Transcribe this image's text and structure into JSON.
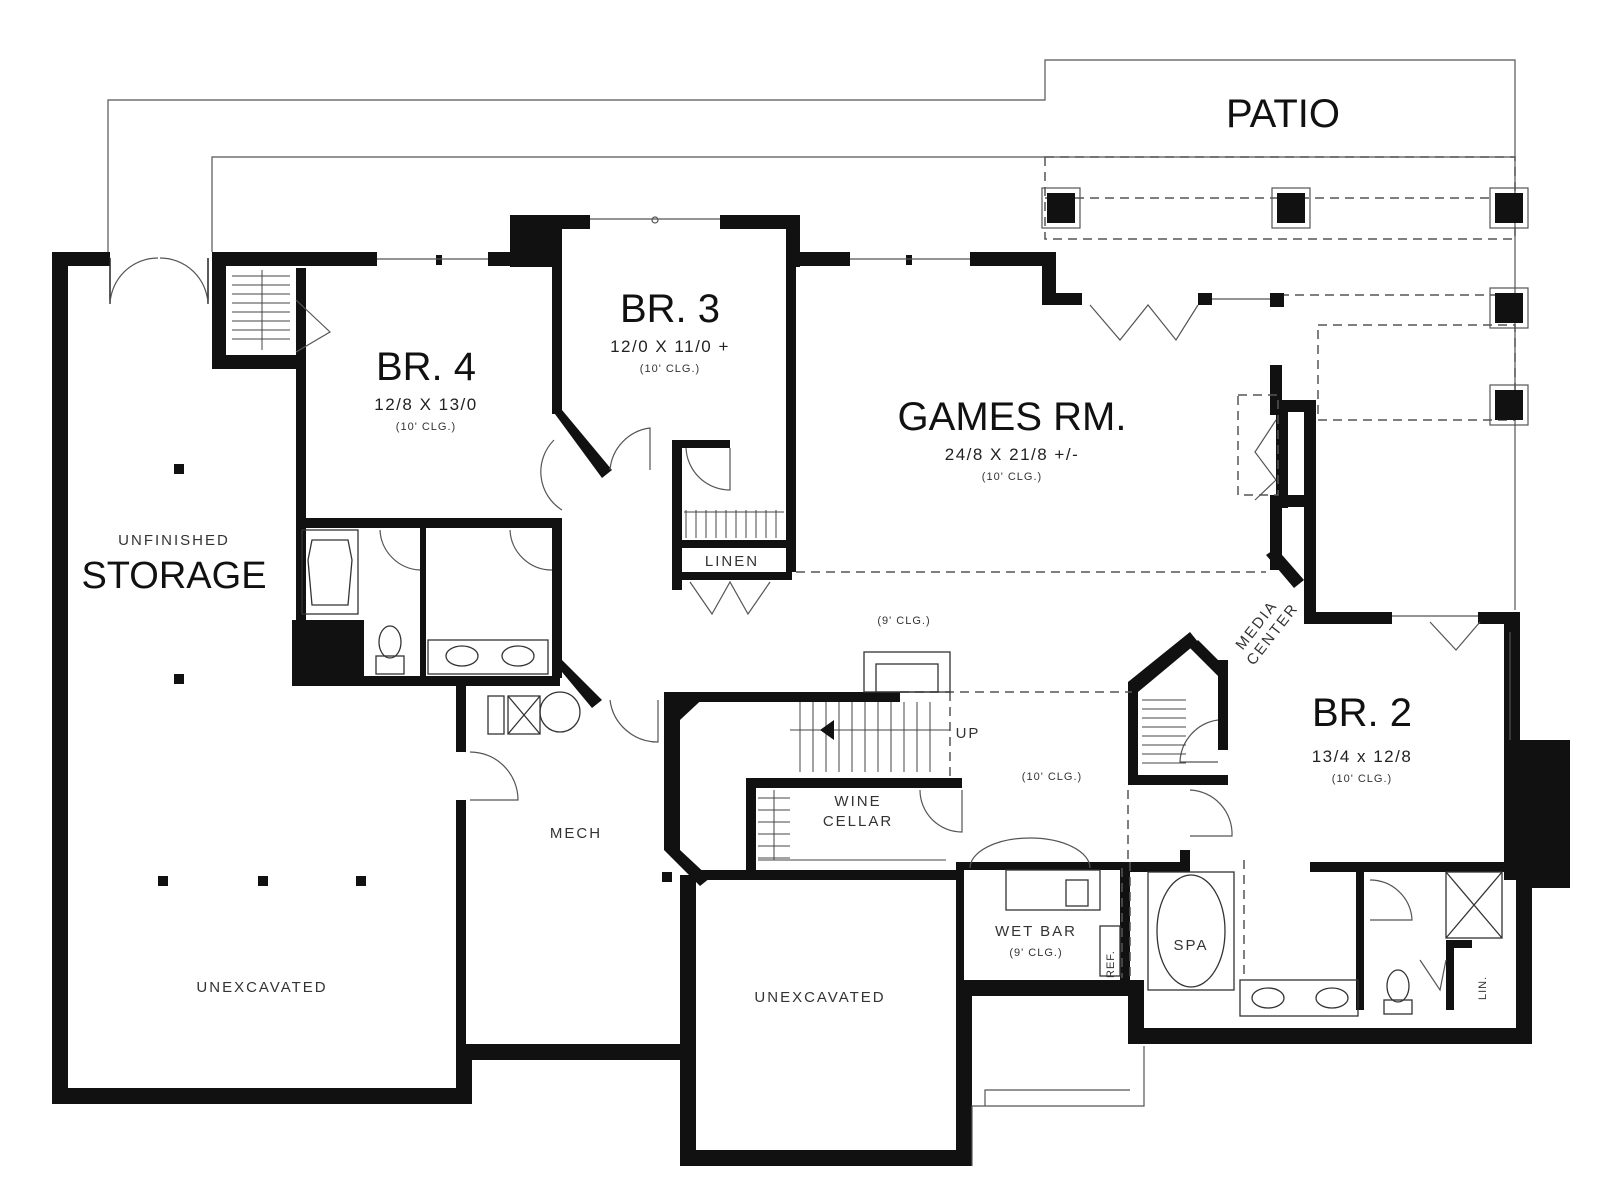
{
  "patio": {
    "label": "PATIO"
  },
  "storage": {
    "sublabel": "UNFINISHED",
    "label": "STORAGE"
  },
  "br4": {
    "label": "BR. 4",
    "dims": "12/8 X 13/0",
    "ceiling": "(10' CLG.)"
  },
  "br3": {
    "label": "BR. 3",
    "dims": "12/0 X 11/0 +",
    "ceiling": "(10' CLG.)"
  },
  "games": {
    "label": "GAMES RM.",
    "dims": "24/8 X 21/8 +/-",
    "ceiling": "(10' CLG.)"
  },
  "hall": {
    "ceiling": "(9' CLG.)"
  },
  "linen": {
    "label": "LINEN"
  },
  "media_center": {
    "line1": "MEDIA",
    "line2": "CENTER"
  },
  "br2": {
    "label": "BR. 2",
    "dims": "13/4 x 12/8",
    "ceiling": "(10' CLG.)"
  },
  "stair": {
    "label": "UP"
  },
  "landing": {
    "ceiling": "(10' CLG.)"
  },
  "wine": {
    "line1": "WINE",
    "line2": "CELLAR"
  },
  "mech": {
    "label": "MECH"
  },
  "wetbar": {
    "label": "WET BAR",
    "ceiling": "(9' CLG.)",
    "ref": "REF."
  },
  "spa": {
    "label": "SPA"
  },
  "lin": {
    "label": "LIN."
  },
  "unexcavated_left": {
    "label": "UNEXCAVATED"
  },
  "unexcavated_center": {
    "label": "UNEXCAVATED"
  }
}
